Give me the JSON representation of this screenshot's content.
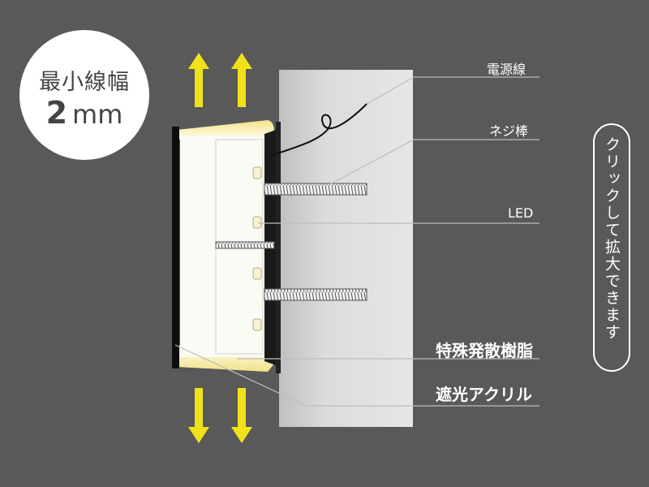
{
  "badge": {
    "line1": "最小線幅",
    "number": "2",
    "unit": "mm"
  },
  "labels": {
    "power_cord": "電源線",
    "screw": "ネジ棒",
    "led": "LED",
    "diffusion_resin": "特殊発散樹脂",
    "shading_acrylic": "遮光アクリル"
  },
  "zoom_button": {
    "label": "クリックして拡大できます"
  },
  "colors": {
    "background": "#5a5959",
    "arrow": "#f0e21a",
    "glow": "#fffbe0",
    "wall": "#d6d6d6",
    "leader_line": "#bdbdbd"
  },
  "icons": [
    "arrow-up-icon",
    "arrow-down-icon"
  ]
}
